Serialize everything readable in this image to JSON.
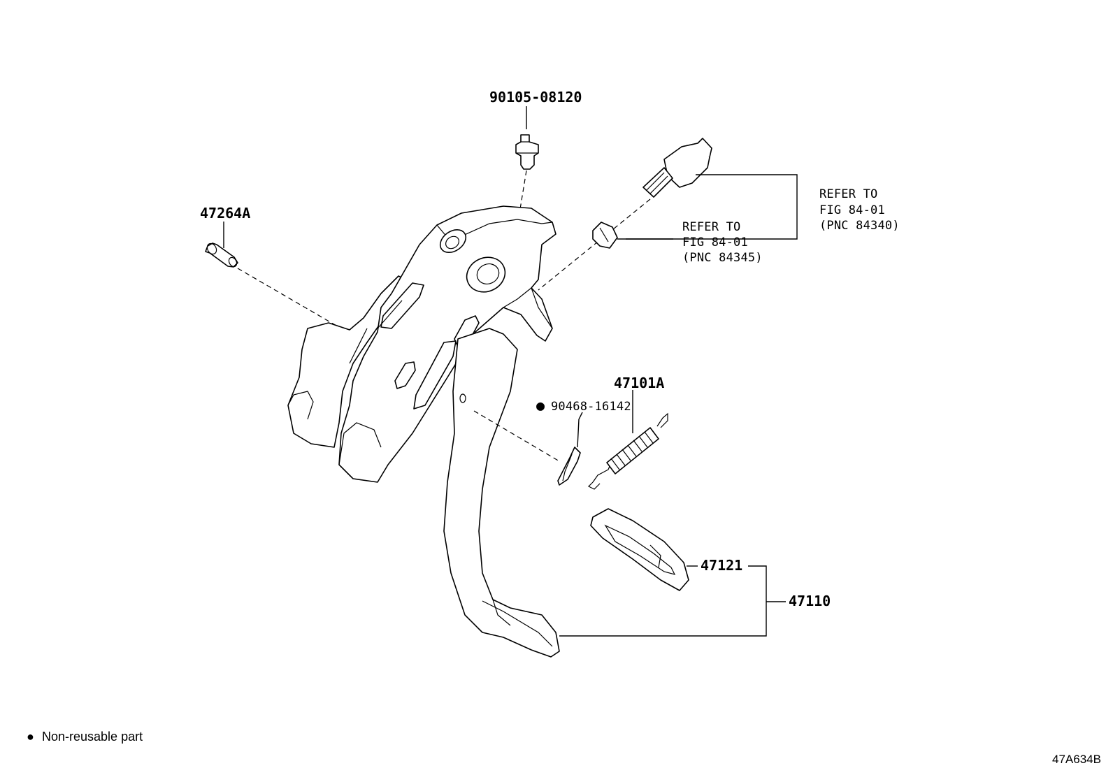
{
  "callouts": {
    "bolt": "90105-08120",
    "pin": "47264A",
    "clip": "90468-16142",
    "spring": "47101A",
    "pad": "47121",
    "pedal": "47110"
  },
  "references": {
    "switch": {
      "line1": "REFER TO",
      "line2": "FIG 84-01",
      "line3": "(PNC 84340)"
    },
    "stopper": {
      "line1": "REFER TO",
      "line2": "FIG 84-01",
      "line3": "(PNC 84345)"
    }
  },
  "legend": {
    "symbol": "●",
    "text": "Non-reusable part"
  },
  "figure_code": "47A634B"
}
